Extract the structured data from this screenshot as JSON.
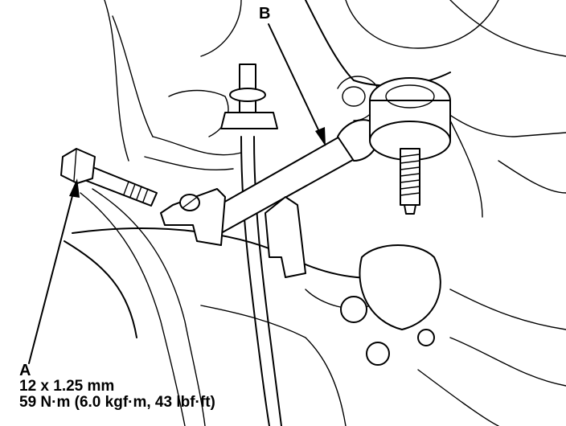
{
  "callouts": {
    "a": {
      "letter": "A",
      "size": "12 x 1.25 mm",
      "torque": "59 N·m (6.0 kgf·m, 43 lbf·ft)"
    },
    "b": {
      "letter": "B"
    }
  },
  "colors": {
    "line": "#000000",
    "background": "#ffffff"
  }
}
